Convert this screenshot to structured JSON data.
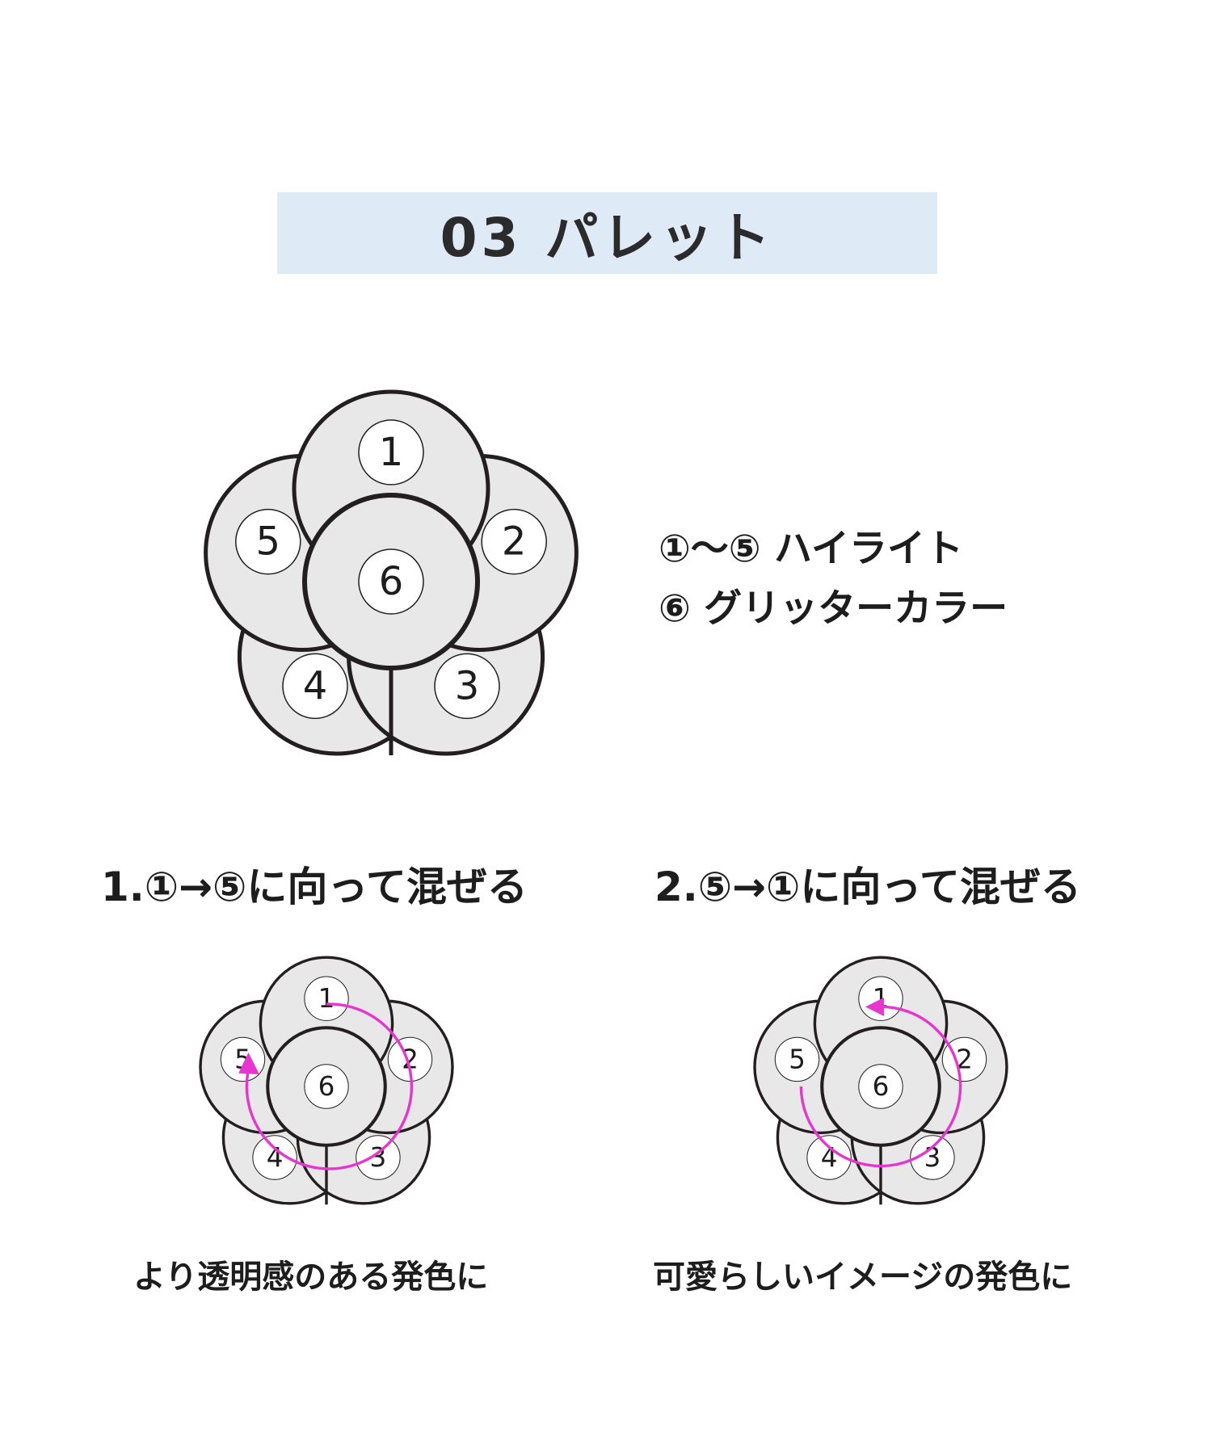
{
  "title": "03 パレット",
  "legend": {
    "line1": "①〜⑤ ハイライト",
    "line2": "⑥ グリッターカラー"
  },
  "flower": {
    "petals": [
      {
        "name": "petal-1",
        "label": "1"
      },
      {
        "name": "petal-2",
        "label": "2"
      },
      {
        "name": "petal-3",
        "label": "3"
      },
      {
        "name": "petal-4",
        "label": "4"
      },
      {
        "name": "petal-5",
        "label": "5"
      }
    ],
    "center_label": "6"
  },
  "methods": [
    {
      "heading": "1.①→⑤に向って混ぜる",
      "caption": "より透明感のある発色に"
    },
    {
      "heading": "2.⑤→①に向って混ぜる",
      "caption": "可愛らしいイメージの発色に"
    }
  ],
  "colors": {
    "title_bg": "#deebf6",
    "petal_fill": "#e8e8e8",
    "outline": "#231f20",
    "arrow": "#e835d0"
  }
}
